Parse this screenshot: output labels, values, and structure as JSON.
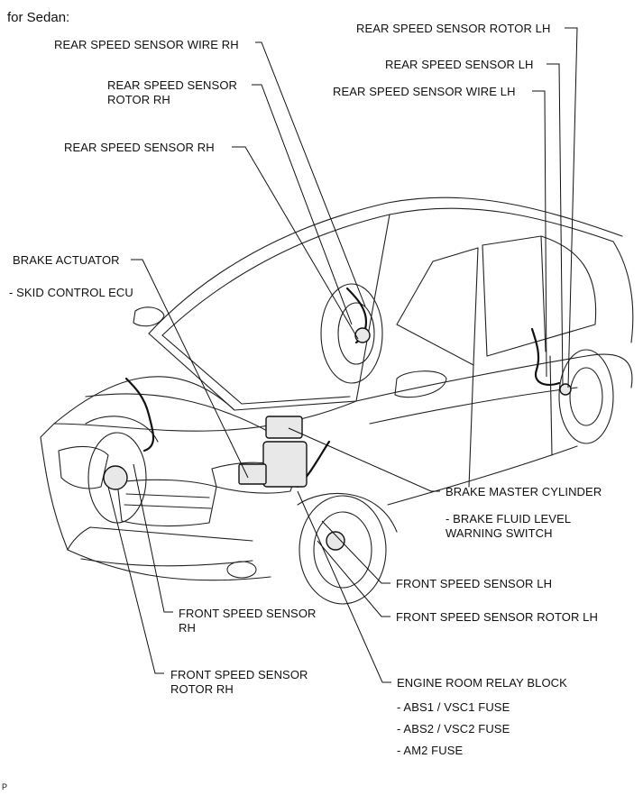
{
  "header": {
    "title": "for Sedan:"
  },
  "labels": {
    "rear_speed_sensor_wire_rh": "REAR SPEED SENSOR WIRE RH",
    "rear_speed_sensor_rotor_rh_1": "REAR SPEED SENSOR",
    "rear_speed_sensor_rotor_rh_2": "ROTOR RH",
    "rear_speed_sensor_rh": "REAR SPEED SENSOR RH",
    "rear_speed_sensor_rotor_lh": "REAR SPEED SENSOR ROTOR LH",
    "rear_speed_sensor_lh": "REAR SPEED SENSOR LH",
    "rear_speed_sensor_wire_lh": "REAR SPEED SENSOR WIRE LH",
    "brake_actuator": "BRAKE ACTUATOR",
    "skid_control_ecu": "- SKID CONTROL ECU",
    "brake_master_cylinder": "BRAKE MASTER CYLINDER",
    "brake_fluid_level_1": "- BRAKE FLUID LEVEL",
    "brake_fluid_level_2": "WARNING SWITCH",
    "front_speed_sensor_lh": "FRONT SPEED SENSOR LH",
    "front_speed_sensor_rotor_lh": "FRONT SPEED SENSOR ROTOR LH",
    "front_speed_sensor_rh_1": "FRONT SPEED SENSOR",
    "front_speed_sensor_rh_2": "RH",
    "front_speed_sensor_rotor_rh_1": "FRONT SPEED SENSOR",
    "front_speed_sensor_rotor_rh_2": "ROTOR RH",
    "engine_room_relay_block": "ENGINE ROOM RELAY BLOCK",
    "abs1_vsc1_fuse": "- ABS1 / VSC1 FUSE",
    "abs2_vsc2_fuse": "- ABS2 / VSC2 FUSE",
    "am2_fuse": "- AM2 FUSE"
  },
  "footer": {
    "code": "P"
  }
}
